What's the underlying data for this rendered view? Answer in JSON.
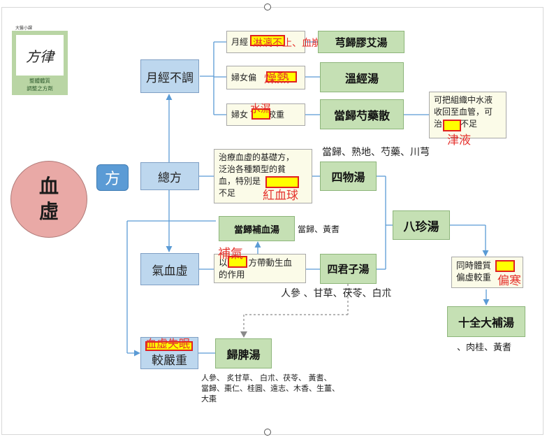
{
  "logo": {
    "label": "大醫小課",
    "mark": "方律",
    "sub1": "整體體質",
    "sub2": "調整之方劑"
  },
  "root": {
    "line1": "血",
    "line2": "虛"
  },
  "fang_badge": "方",
  "categories": {
    "menstrual": "月經不調",
    "general": "總方",
    "qi_blood": "氣血虛",
    "severe_top": "血虛失眠",
    "severe_bottom": "較嚴重"
  },
  "formulas": {
    "xiong_gui_jiao_ai": "芎歸膠艾湯",
    "wen_jing": "溫經湯",
    "dang_gui_shao_yao": "當歸芍藥散",
    "si_wu": "四物湯",
    "ba_zhen": "八珍湯",
    "dang_gui_bu_xue": "當歸補血湯",
    "si_jun_zi": "四君子湯",
    "shi_quan_da_bu": "十全大補湯",
    "gui_pi": "歸脾湯"
  },
  "notes": {
    "menstrual1_prefix": "月經",
    "menstrual1_fill": "淋漓不止、血崩",
    "menstrual2_prefix": "婦女偏",
    "menstrual2_fill": "燥熱",
    "menstrual3_prefix": "婦女",
    "menstrual3_fill": "水濕",
    "menstrual3_suffix": "較重",
    "water_l1": "可把組織中水液",
    "water_l2": "收回至血管，可",
    "water_l3_prefix": "治",
    "water_l3_suffix": "不足",
    "water_fill": "津液",
    "general_l1": "治療血虛的基礎方，",
    "general_l2": "泛治各種類型的貧",
    "general_l3_prefix": "血，特別是",
    "general_l4": "不足",
    "general_fill": "紅血球",
    "qi_l1_prefix": "以",
    "qi_l1_suffix": "方帶動生血",
    "qi_l2": "的作用",
    "qi_fill": "補氣",
    "body_l1_prefix": "同時體質",
    "body_l2": "偏虛較重",
    "body_fill": "偏寒"
  },
  "ingredients": {
    "si_wu": "當歸、熟地、芍藥、川芎",
    "bu_xue": "當歸、黃耆",
    "si_jun_zi": "人參 、甘草、茯苓、白朮",
    "shi_quan": "、肉桂、黃耆",
    "gui_pi_l1": "人參、 炙甘草、 白朮、茯苓、 黃耆、",
    "gui_pi_l2": "當歸、棗仁、桂圓、遠志、木香、生薑、",
    "gui_pi_l3": "大棗"
  }
}
